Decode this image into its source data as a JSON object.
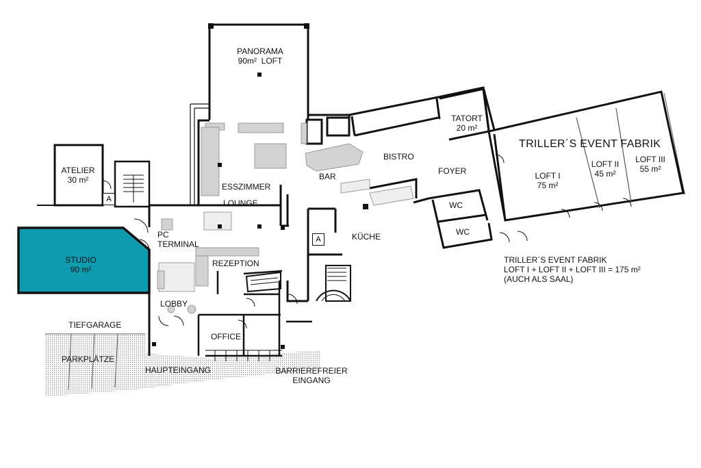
{
  "rooms": {
    "panorama": {
      "name": "PANORAMA",
      "area": "90m²",
      "sub": "LOFT"
    },
    "atelier": {
      "name": "ATELIER",
      "area": "30 m²"
    },
    "studio": {
      "name": "STUDIO",
      "area": "90 m²"
    },
    "tatort": {
      "name": "TATORT",
      "area": "20 m²"
    },
    "bistro": {
      "name": "BISTRO"
    },
    "foyer": {
      "name": "FOYER"
    },
    "bar": {
      "name": "BAR"
    },
    "esszimmer": {
      "name": "ESSZIMMER"
    },
    "lounge": {
      "name": "LOUNGE"
    },
    "pc_terminal": {
      "line1": "PC",
      "line2": "TERMINAL"
    },
    "rezeption": {
      "name": "REZEPTION"
    },
    "lobby": {
      "name": "LOBBY"
    },
    "office": {
      "name": "OFFICE"
    },
    "kueche": {
      "name": "KÜCHE"
    },
    "wc1": {
      "name": "WC"
    },
    "wc2": {
      "name": "WC"
    },
    "loft1": {
      "name": "LOFT I",
      "area": "75 m²"
    },
    "loft2": {
      "name": "LOFT II",
      "area": "45 m²"
    },
    "loft3": {
      "name": "LOFT III",
      "area": "55 m²"
    }
  },
  "labels": {
    "event_fabrik_title": "TRILLER´S EVENT FABRIK",
    "tiefgarage": "TIEFGARAGE",
    "parkplaetze": "PARKPLÄTZE",
    "haupteingang": "HAUPTEINGANG",
    "barrierefrei_line1": "BARRIEREFREIER",
    "barrierefrei_line2": "EINGANG",
    "lift_tag_1": "A",
    "lift_tag_2": "A"
  },
  "note": {
    "line1": "TRILLER´S EVENT FABRIK",
    "line2": "LOFT I + LOFT II + LOFT III = 175 m²",
    "line3": "(AUCH ALS SAAL)"
  },
  "colors": {
    "studio_fill": "#0f9cb0",
    "wall": "#111111",
    "furniture": "#d2d2d2"
  }
}
